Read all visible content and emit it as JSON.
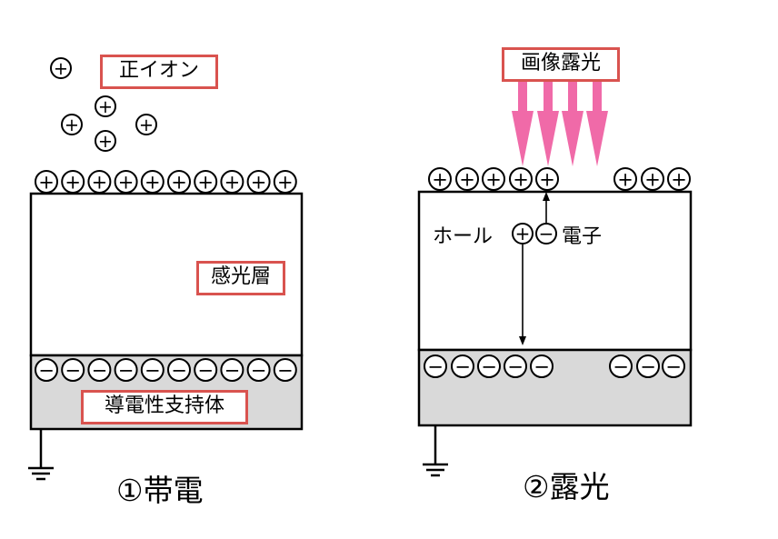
{
  "left_panel": {
    "ion_label": "正イオン",
    "layer_label": "感光層",
    "support_label": "導電性支持体",
    "caption": "①帯電",
    "plus_symbol": "+",
    "minus_symbol": "−"
  },
  "right_panel": {
    "light_label": "画像露光",
    "hole_label": "ホール",
    "electron_label": "電子",
    "caption": "②露光"
  },
  "colors": {
    "label_border": "#d9534f",
    "light_arrow": "#f06aa8",
    "support_fill": "#d9d9d9"
  }
}
